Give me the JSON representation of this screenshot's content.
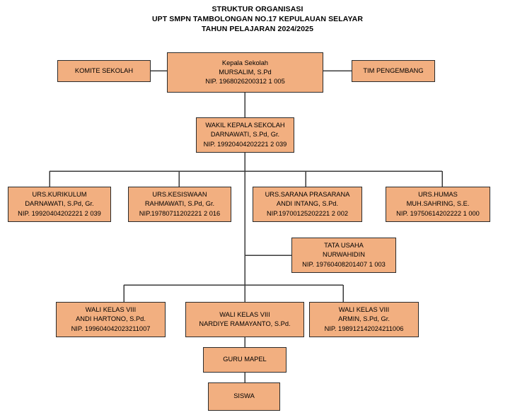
{
  "title": {
    "line1": "STRUKTUR ORGANISASI",
    "line2": "UPT SMPN TAMBOLONGAN NO.17 KEPULAUAN SELAYAR",
    "line3": "TAHUN PELAJARAN 2024/2025"
  },
  "colors": {
    "node_fill": "#F2AF80",
    "node_border": "#2b2b2b",
    "connector": "#3a3a3a",
    "text": "#000000",
    "background": "#ffffff"
  },
  "nodes": {
    "komite": {
      "line1": "KOMITE SEKOLAH"
    },
    "kepala_sekolah": {
      "line1": "Kepala Sekolah",
      "line2": "MURSALIM, S.Pd",
      "line3": "NIP. 1968026200312 1 005"
    },
    "tim_pengembang": {
      "line1": "TIM PENGEMBANG"
    },
    "wakil_kepala": {
      "line1": "WAKIL KEPALA SEKOLAH",
      "line2": "DARNAWATI, S.Pd, Gr.",
      "line3": "NIP. 19920404202221 2 039"
    },
    "urs_kurikulum": {
      "line1": "URS.KURIKULUM",
      "line2": "DARNAWATI, S.Pd, Gr.",
      "line3": "NIP. 19920404202221 2 039"
    },
    "urs_kesiswaan": {
      "line1": "URS.KESISWAAN",
      "line2": "RAHMAWATI, S.Pd, Gr.",
      "line3": "NIP.19780711202221 2 016"
    },
    "urs_sarana": {
      "line1": "URS.SARANA PRASARANA",
      "line2": "ANDI INTANG, S.Pd.",
      "line3": "NIP.19700125202221 2 002"
    },
    "urs_humas": {
      "line1": "URS.HUMAS",
      "line2": "MUH.SAHRING, S.E.",
      "line3": "NIP. 19750614202222 1 000"
    },
    "tata_usaha": {
      "line1": "TATA USAHA",
      "line2": "NURWAHIDIN",
      "line3": "NIP. 19760408201407 1 003"
    },
    "wali_kelas_1": {
      "line1": "WALI KELAS VIII",
      "line2": "ANDI HARTONO, S.Pd.",
      "line3": "NIP. 199604042023211007"
    },
    "wali_kelas_2": {
      "line1": "WALI KELAS VIII",
      "line2": "NARDIYE RAMAYANTO, S.Pd."
    },
    "wali_kelas_3": {
      "line1": "WALI KELAS VIII",
      "line2": "ARMIN, S.Pd, Gr.",
      "line3": "NIP. 198912142024211006"
    },
    "guru_mapel": {
      "line1": "GURU MAPEL"
    },
    "siswa": {
      "line1": "SISWA"
    }
  },
  "chart_data": {
    "type": "diagram",
    "subtype": "organizational-chart",
    "title": "STRUKTUR ORGANISASI UPT SMPN TAMBOLONGAN NO.17 KEPULAUAN SELAYAR TAHUN PELAJARAN 2024/2025",
    "orientation": "top-down",
    "levels": [
      {
        "level": 1,
        "nodes": [
          {
            "id": "komite",
            "label": "KOMITE SEKOLAH",
            "role": "advisory-left"
          },
          {
            "id": "kepala_sekolah",
            "label": "Kepala Sekolah",
            "person": "MURSALIM, S.Pd",
            "nip": "NIP. 1968026200312 1 005",
            "role": "root"
          },
          {
            "id": "tim_pengembang",
            "label": "TIM PENGEMBANG",
            "role": "advisory-right"
          }
        ]
      },
      {
        "level": 2,
        "nodes": [
          {
            "id": "wakil_kepala",
            "label": "WAKIL KEPALA SEKOLAH",
            "person": "DARNAWATI, S.Pd, Gr.",
            "nip": "NIP. 19920404202221 2 039"
          }
        ]
      },
      {
        "level": 3,
        "nodes": [
          {
            "id": "urs_kurikulum",
            "label": "URS.KURIKULUM",
            "person": "DARNAWATI, S.Pd, Gr.",
            "nip": "NIP. 19920404202221 2 039"
          },
          {
            "id": "urs_kesiswaan",
            "label": "URS.KESISWAAN",
            "person": "RAHMAWATI, S.Pd, Gr.",
            "nip": "NIP.19780711202221 2 016"
          },
          {
            "id": "urs_sarana",
            "label": "URS.SARANA PRASARANA",
            "person": "ANDI INTANG, S.Pd.",
            "nip": "NIP.19700125202221 2 002"
          },
          {
            "id": "urs_humas",
            "label": "URS.HUMAS",
            "person": "MUH.SAHRING, S.E.",
            "nip": "NIP. 19750614202222 1 000"
          }
        ]
      },
      {
        "level": 4,
        "nodes": [
          {
            "id": "tata_usaha",
            "label": "TATA USAHA",
            "person": "NURWAHIDIN",
            "nip": "NIP. 19760408201407 1 003",
            "role": "staff-side-branch"
          }
        ]
      },
      {
        "level": 5,
        "nodes": [
          {
            "id": "wali_kelas_1",
            "label": "WALI KELAS VIII",
            "person": "ANDI HARTONO, S.Pd.",
            "nip": "NIP. 199604042023211007"
          },
          {
            "id": "wali_kelas_2",
            "label": "WALI KELAS VIII",
            "person": "NARDIYE RAMAYANTO, S.Pd.",
            "nip": ""
          },
          {
            "id": "wali_kelas_3",
            "label": "WALI KELAS VIII",
            "person": "ARMIN, S.Pd, Gr.",
            "nip": "NIP. 198912142024211006"
          }
        ]
      },
      {
        "level": 6,
        "nodes": [
          {
            "id": "guru_mapel",
            "label": "GURU MAPEL"
          }
        ]
      },
      {
        "level": 7,
        "nodes": [
          {
            "id": "siswa",
            "label": "SISWA"
          }
        ]
      }
    ],
    "edges": [
      {
        "from": "komite",
        "to": "kepala_sekolah",
        "style": "horizontal"
      },
      {
        "from": "kepala_sekolah",
        "to": "tim_pengembang",
        "style": "horizontal"
      },
      {
        "from": "kepala_sekolah",
        "to": "wakil_kepala",
        "style": "vertical"
      },
      {
        "from": "wakil_kepala",
        "to": "urs_kurikulum",
        "style": "elbow"
      },
      {
        "from": "wakil_kepala",
        "to": "urs_kesiswaan",
        "style": "elbow"
      },
      {
        "from": "wakil_kepala",
        "to": "urs_sarana",
        "style": "elbow"
      },
      {
        "from": "wakil_kepala",
        "to": "urs_humas",
        "style": "elbow"
      },
      {
        "from": "wakil_kepala",
        "to": "tata_usaha",
        "style": "side-elbow"
      },
      {
        "from": "wakil_kepala",
        "to": "wali_kelas_1",
        "style": "elbow"
      },
      {
        "from": "wakil_kepala",
        "to": "wali_kelas_2",
        "style": "vertical"
      },
      {
        "from": "wakil_kepala",
        "to": "wali_kelas_3",
        "style": "elbow"
      },
      {
        "from": "wali_kelas_2",
        "to": "guru_mapel",
        "style": "vertical"
      },
      {
        "from": "guru_mapel",
        "to": "siswa",
        "style": "vertical"
      }
    ]
  }
}
